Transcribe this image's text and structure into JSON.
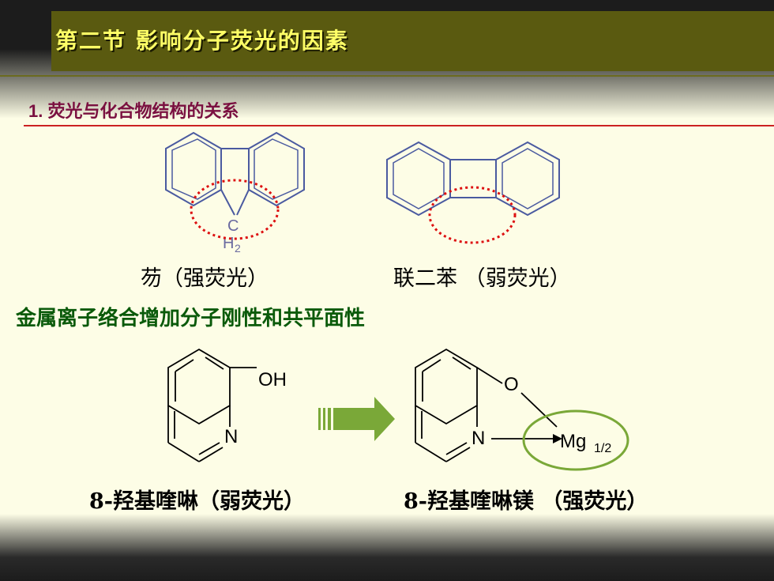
{
  "slide": {
    "title": "第二节 影响分子荧光的因素",
    "section_heading": "1. 荧光与化合物结构的关系",
    "fluorene_label": "芴（强荧光）",
    "biphenyl_label": "联二苯 （弱荧光）",
    "fluorene_ch": "C",
    "fluorene_h": "H",
    "fluorene_sub": "2",
    "metal_heading": "金属离子络合增加分子刚性和共平面性",
    "hq_oh": "OH",
    "hq_n": "N",
    "hq_label": "8-羟基喹啉（弱荧光）",
    "mg_o": "O",
    "mg_n": "N",
    "mg_mg": "Mg",
    "mg_sub": "1/2",
    "mg_label": "8-羟基喹啉镁 （强荧光）"
  },
  "colors": {
    "title_bar": "#5a5a10",
    "title_text": "#ffff66",
    "section_heading": "#7a1040",
    "red_rule": "#cc2222",
    "metal_heading": "#0a5a0a",
    "molecule_lines": "#4a5aa0",
    "dotted_ring": "#dd1111",
    "arrow_green": "#7aa838",
    "mg_ellipse": "#7aa838"
  }
}
